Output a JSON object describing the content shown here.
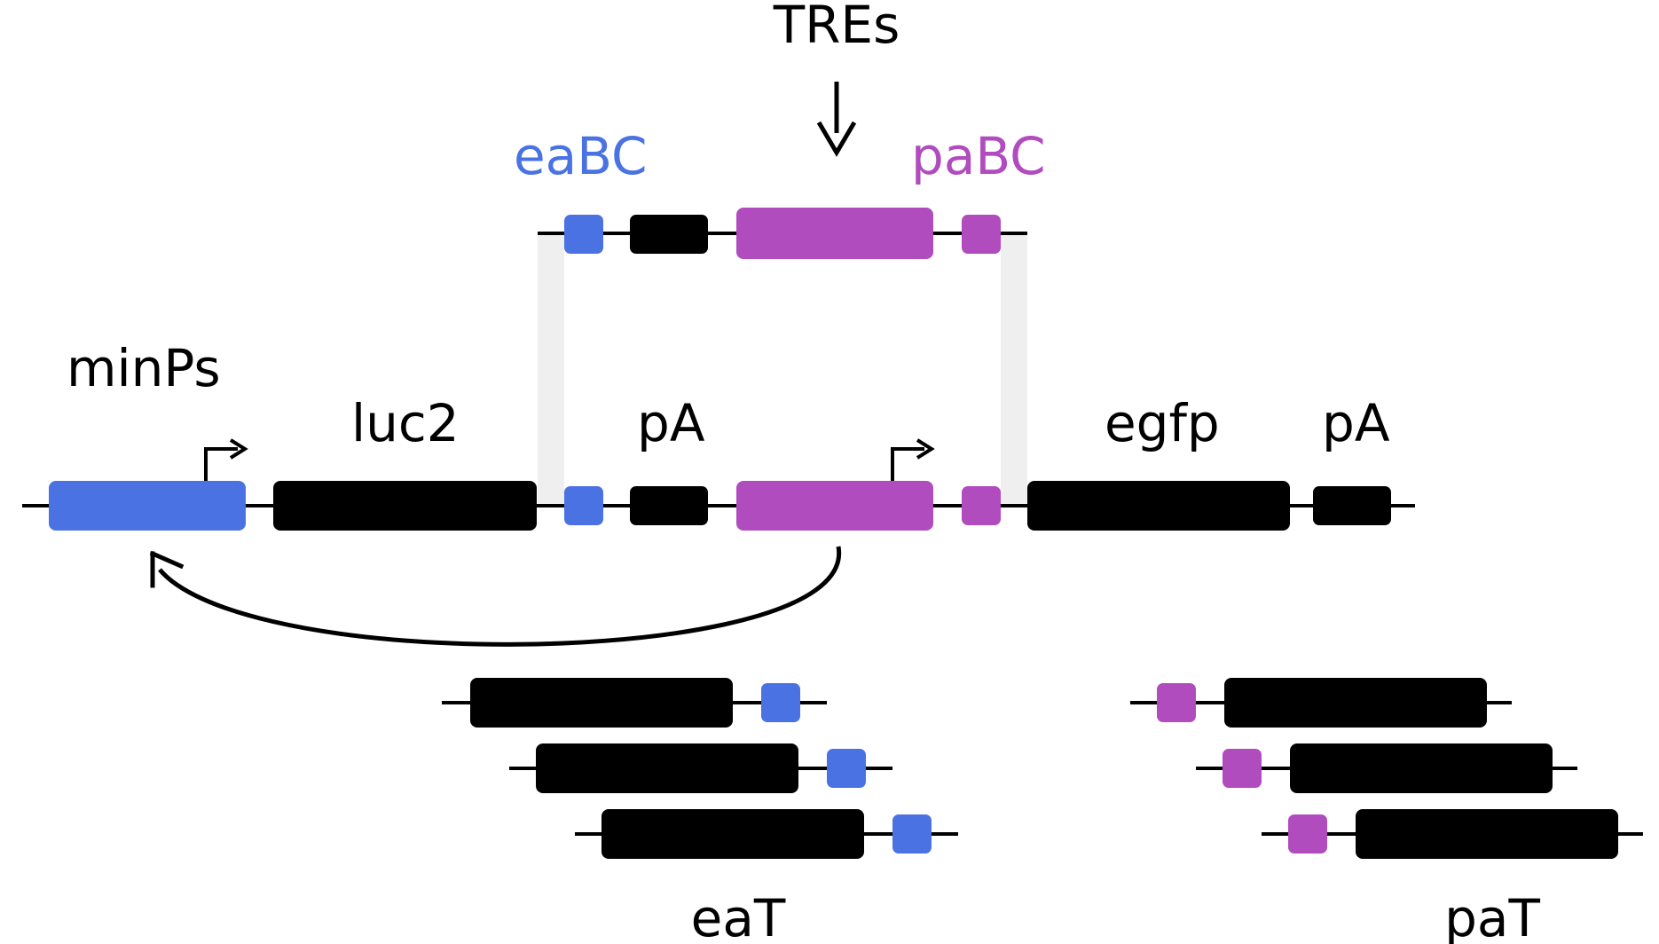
{
  "colors": {
    "black": "#000000",
    "blue": "#4a72e2",
    "magenta": "#b04cbe",
    "connector": "#efefef"
  },
  "labels": {
    "tres": "TREs",
    "eabc": "eaBC",
    "pabc": "paBC",
    "minps": "minPs",
    "luc2": "luc2",
    "pa_left": "pA",
    "egfp": "egfp",
    "pa_right": "pA",
    "eat": "eaT",
    "pat": "paT"
  },
  "icons": {
    "promoter_arrow": "promoter-arrow-icon",
    "down_arrow": "down-arrow-icon",
    "curved_arrow": "curved-arrow-icon"
  }
}
